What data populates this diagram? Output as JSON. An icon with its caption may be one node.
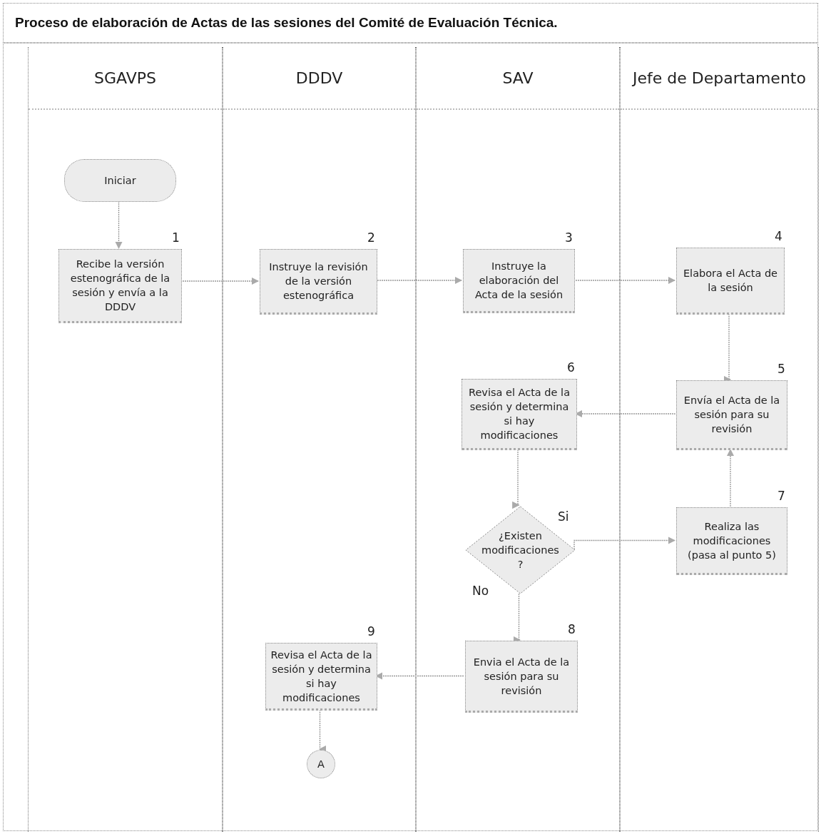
{
  "diagram": {
    "title": "Proceso de elaboración de Actas de las sesiones del Comité de Evaluación Técnica.",
    "nodes": [
      {
        "text": [
          "SGAVPS"
        ]
      },
      {
        "text": [
          "DDDV"
        ]
      },
      {
        "text": [
          "SAV"
        ]
      },
      {
        "text": [
          "Jefe de Departamento"
        ]
      },
      {
        "text": [
          "Iniciar"
        ],
        "in": 0
      },
      {
        "text": [
          "Recibe la versión estenográfica de la sesión y envía a la DDDV"
        ],
        "beside": [
          "1"
        ],
        "in": 0
      },
      {
        "text": [
          "Instruye la revisión de la versión estenográfica"
        ],
        "beside": [
          "2"
        ],
        "in": 1
      },
      {
        "text": [
          "Instruye la elaboración del Acta de la sesión"
        ],
        "beside": [
          "3"
        ],
        "in": 2
      },
      {
        "text": [
          "Elabora el Acta de la sesión"
        ],
        "beside": [
          "4"
        ],
        "in": 3
      },
      {
        "text": [
          "Revisa el Acta de la sesión y determina si hay modificaciones"
        ],
        "beside": [
          "6"
        ],
        "in": 2
      },
      {
        "text": [
          "Envía el Acta de la sesión para su revisión"
        ],
        "beside": [
          "5"
        ],
        "in": 3
      },
      {
        "text": [
          "¿Existen modificaciones ?"
        ],
        "in": 2
      },
      {
        "text": [
          "Realiza las modificaciones (pasa al punto 5)"
        ],
        "beside": [
          "7"
        ],
        "in": 3
      },
      {
        "text": [
          "Envia el Acta de la sesión para su revisión"
        ],
        "beside": [
          "8"
        ],
        "in": 2
      },
      {
        "text": [
          "Revisa el Acta de la sesión y determina si hay modificaciones"
        ],
        "beside": [
          "9"
        ],
        "in": 1
      },
      {
        "text": [
          "A"
        ],
        "in": 1
      }
    ],
    "edges": [
      {
        "from": 4,
        "to": 5,
        "arrow": "to"
      },
      {
        "from": 5,
        "to": 6,
        "arrow": "to"
      },
      {
        "from": 6,
        "to": 7,
        "arrow": "to"
      },
      {
        "from": 7,
        "to": 8,
        "arrow": "to"
      },
      {
        "from": 8,
        "to": 10,
        "arrow": "to"
      },
      {
        "from": 10,
        "to": 9,
        "arrow": "to"
      },
      {
        "from": 9,
        "to": 11,
        "arrow": "to"
      },
      {
        "from": 11,
        "to": 12,
        "label": "Si",
        "arrow": "to"
      },
      {
        "from": 12,
        "to": 10,
        "arrow": "to"
      },
      {
        "from": 11,
        "to": 13,
        "label": "No",
        "arrow": "to"
      },
      {
        "from": 13,
        "to": 14,
        "arrow": "to"
      },
      {
        "from": 14,
        "to": 15,
        "arrow": "to"
      }
    ]
  }
}
